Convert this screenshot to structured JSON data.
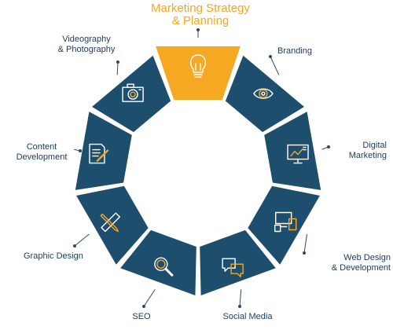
{
  "colors": {
    "segment": "#1e4e6e",
    "highlight": "#f7a823",
    "icon_navy": "#ffffff",
    "icon_accent": "#f7a823",
    "label": "#1b3a5c",
    "title": "#f5a623",
    "leader": "#2b4a6a"
  },
  "segments": [
    {
      "id": "marketing-strategy",
      "lines": [
        "Marketing Strategy",
        "& Planning"
      ],
      "icon": "lightbulb-icon",
      "highlighted": true
    },
    {
      "id": "branding",
      "lines": [
        "Branding"
      ],
      "icon": "eye-icon",
      "highlighted": false
    },
    {
      "id": "digital-marketing",
      "lines": [
        "Digital",
        "Marketing"
      ],
      "icon": "monitor-chart-icon",
      "highlighted": false
    },
    {
      "id": "web-design",
      "lines": [
        "Web Design",
        "& Development"
      ],
      "icon": "devices-icon",
      "highlighted": false
    },
    {
      "id": "social-media",
      "lines": [
        "Social Media"
      ],
      "icon": "chat-bubbles-icon",
      "highlighted": false
    },
    {
      "id": "seo",
      "lines": [
        "SEO"
      ],
      "icon": "magnifier-icon",
      "highlighted": false
    },
    {
      "id": "graphic-design",
      "lines": [
        "Graphic Design"
      ],
      "icon": "pencil-ruler-icon",
      "highlighted": false
    },
    {
      "id": "content-development",
      "lines": [
        "Content",
        "Development"
      ],
      "icon": "document-pen-icon",
      "highlighted": false
    },
    {
      "id": "videography",
      "lines": [
        "Videography",
        "& Photography"
      ],
      "icon": "camera-icon",
      "highlighted": false
    }
  ]
}
